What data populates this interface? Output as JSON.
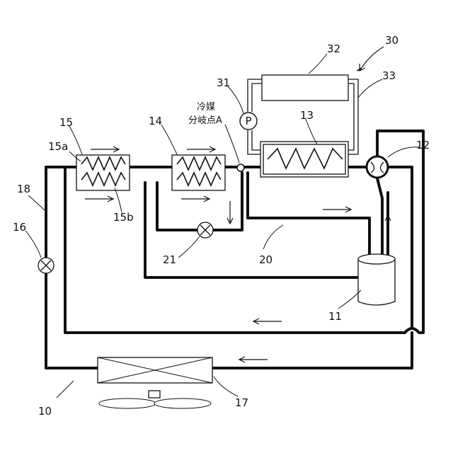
{
  "labels": {
    "system": "10",
    "compressor": "11",
    "four_way_valve": "12",
    "hx_13": "13",
    "hx_14": "14",
    "hx_15": "15",
    "hx_15a": "15a",
    "hx_15b": "15b",
    "expansion_valve_16": "16",
    "outdoor_unit_17": "17",
    "pipe_18": "18",
    "pipe_20": "20",
    "valve_21": "21",
    "unit_30": "30",
    "pump_31": "31",
    "unit_32": "32",
    "pipe_33": "33"
  },
  "pump_symbol": "P",
  "branch_point_line1": "冷媒",
  "branch_point_line2": "分岐点A"
}
